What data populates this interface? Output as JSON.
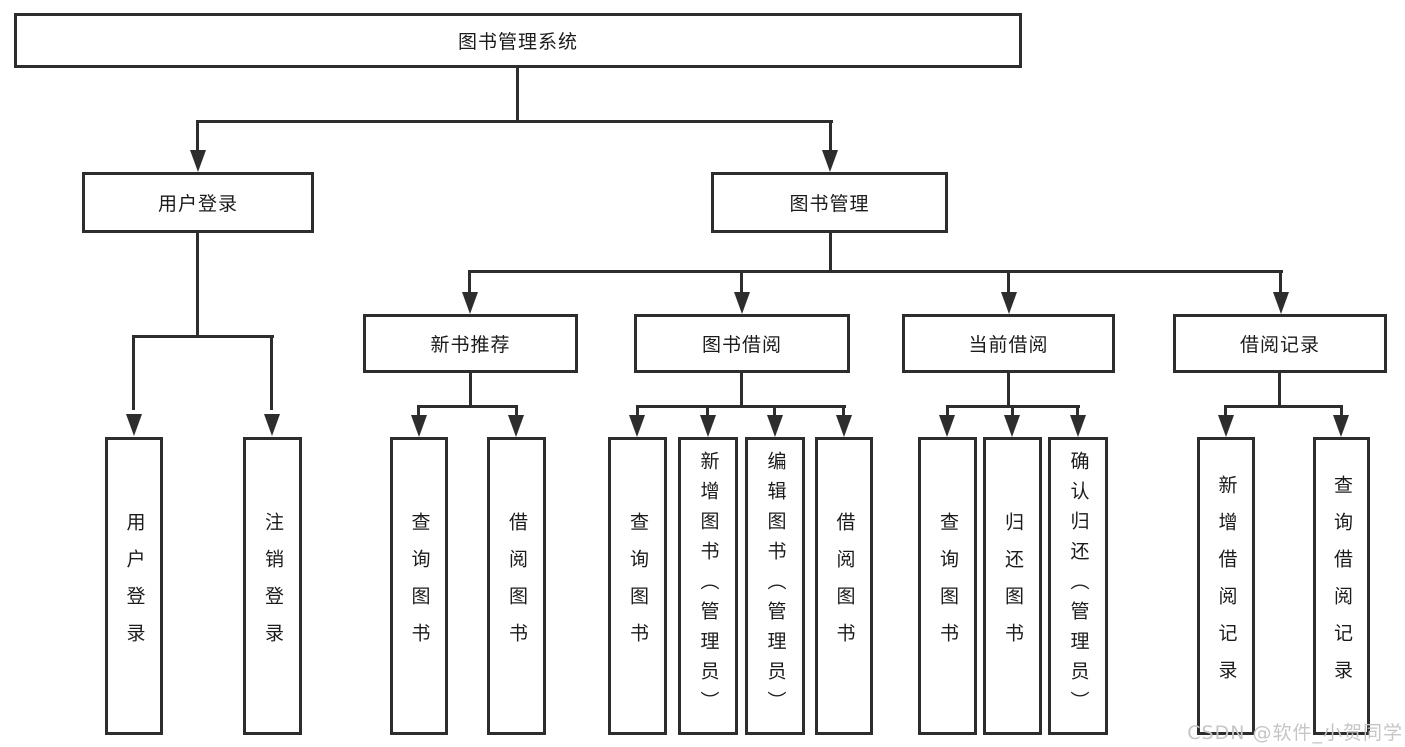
{
  "tree": {
    "root": "图书管理系统",
    "branches": [
      {
        "label": "用户登录",
        "children": [
          "用户登录",
          "注销登录"
        ]
      },
      {
        "label": "图书管理",
        "sections": [
          {
            "label": "新书推荐",
            "children": [
              "查询图书",
              "借阅图书"
            ]
          },
          {
            "label": "图书借阅",
            "children": [
              "查询图书",
              "新增图书（管理员）",
              "编辑图书（管理员）",
              "借阅图书"
            ]
          },
          {
            "label": "当前借阅",
            "children": [
              "查询图书",
              "归还图书",
              "确认归还（管理员）"
            ]
          },
          {
            "label": "借阅记录",
            "children": [
              "新增借阅记录",
              "查询借阅记录"
            ]
          }
        ]
      }
    ]
  },
  "watermark": "CSDN @软件_小贺同学",
  "colors": {
    "line": "#2d2d2d",
    "background": "#ffffff",
    "text": "#1b1b1b",
    "watermark": "#c6c6c6"
  }
}
